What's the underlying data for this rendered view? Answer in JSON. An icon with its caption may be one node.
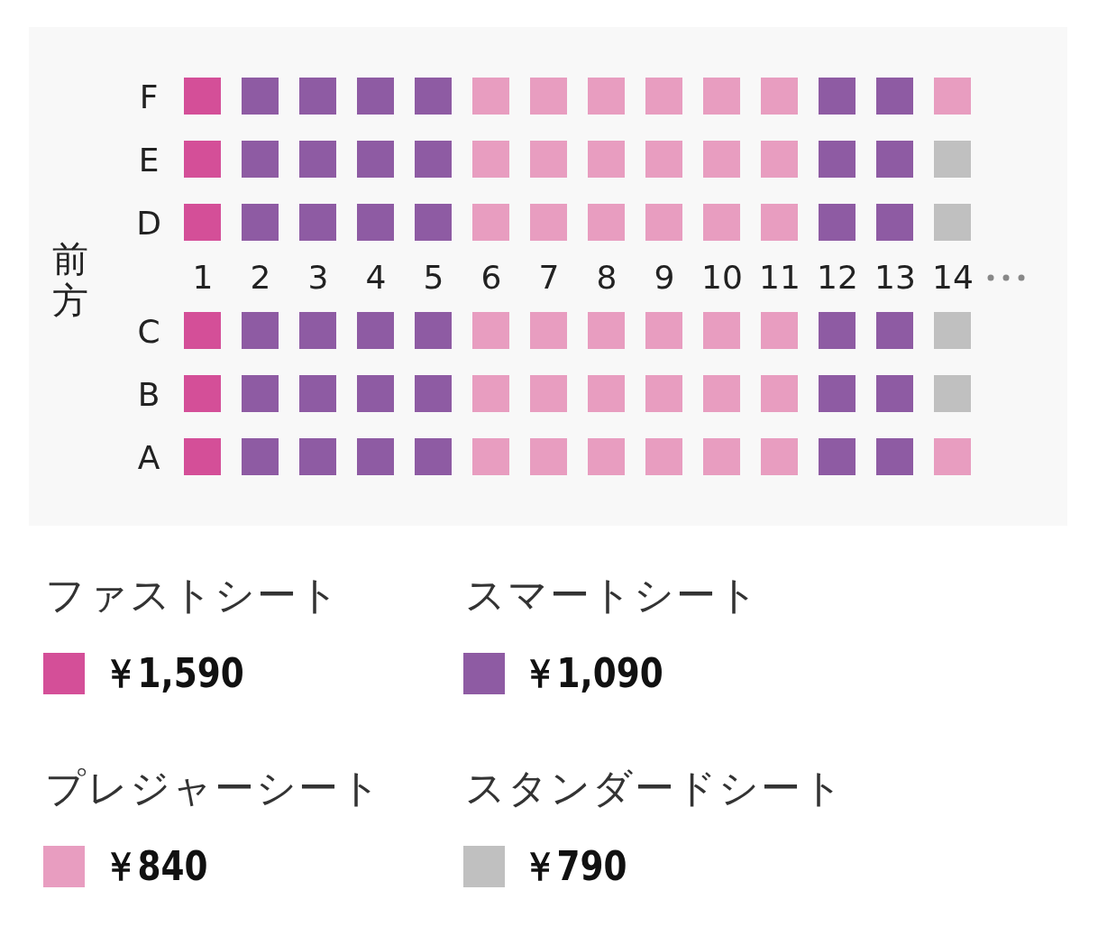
{
  "diagram": {
    "labels": [
      "F",
      "E",
      "D",
      "前方",
      "1",
      "2",
      "3",
      "4",
      "5",
      "6",
      "7",
      "8",
      "9",
      "10",
      "11",
      "12",
      "13",
      "14",
      "C",
      "B",
      "A",
      "ファストシート",
      "スマートシート",
      "プレジャーシート",
      "スタンダードシート"
    ],
    "legend": [
      {
        "text": "￥1,590",
        "color": "#d44f98"
      },
      {
        "text": "￥1,090",
        "color": "#8e5ba3"
      },
      {
        "text": "￥840",
        "color": "#e89dc0"
      },
      {
        "text": "￥790",
        "color": "#c0c0c0"
      }
    ]
  }
}
